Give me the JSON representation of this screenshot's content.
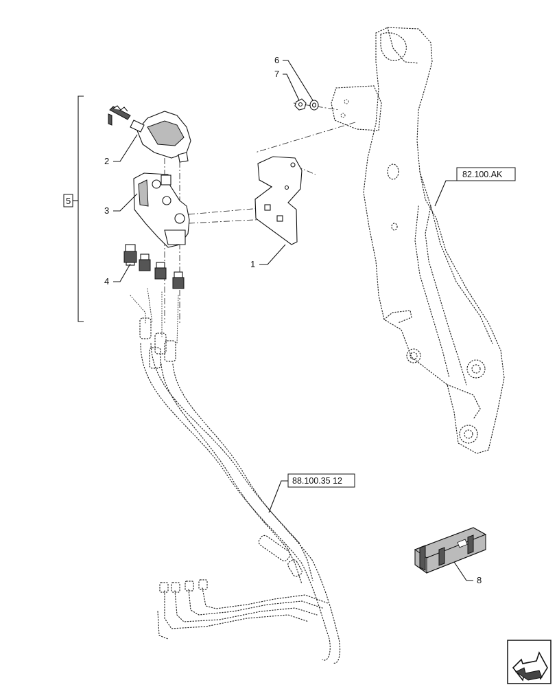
{
  "callouts": [
    {
      "id": "1",
      "label": "1"
    },
    {
      "id": "2",
      "label": "2"
    },
    {
      "id": "3",
      "label": "3"
    },
    {
      "id": "4",
      "label": "4"
    },
    {
      "id": "5",
      "label": "5"
    },
    {
      "id": "6",
      "label": "6"
    },
    {
      "id": "7",
      "label": "7"
    },
    {
      "id": "8",
      "label": "8"
    }
  ],
  "references": {
    "frame": "82.100.AK",
    "hoses": "88.100.35 12"
  },
  "icons": {
    "nav": "next-page-arrow-icon",
    "kit": "shipping-crate-icon"
  }
}
